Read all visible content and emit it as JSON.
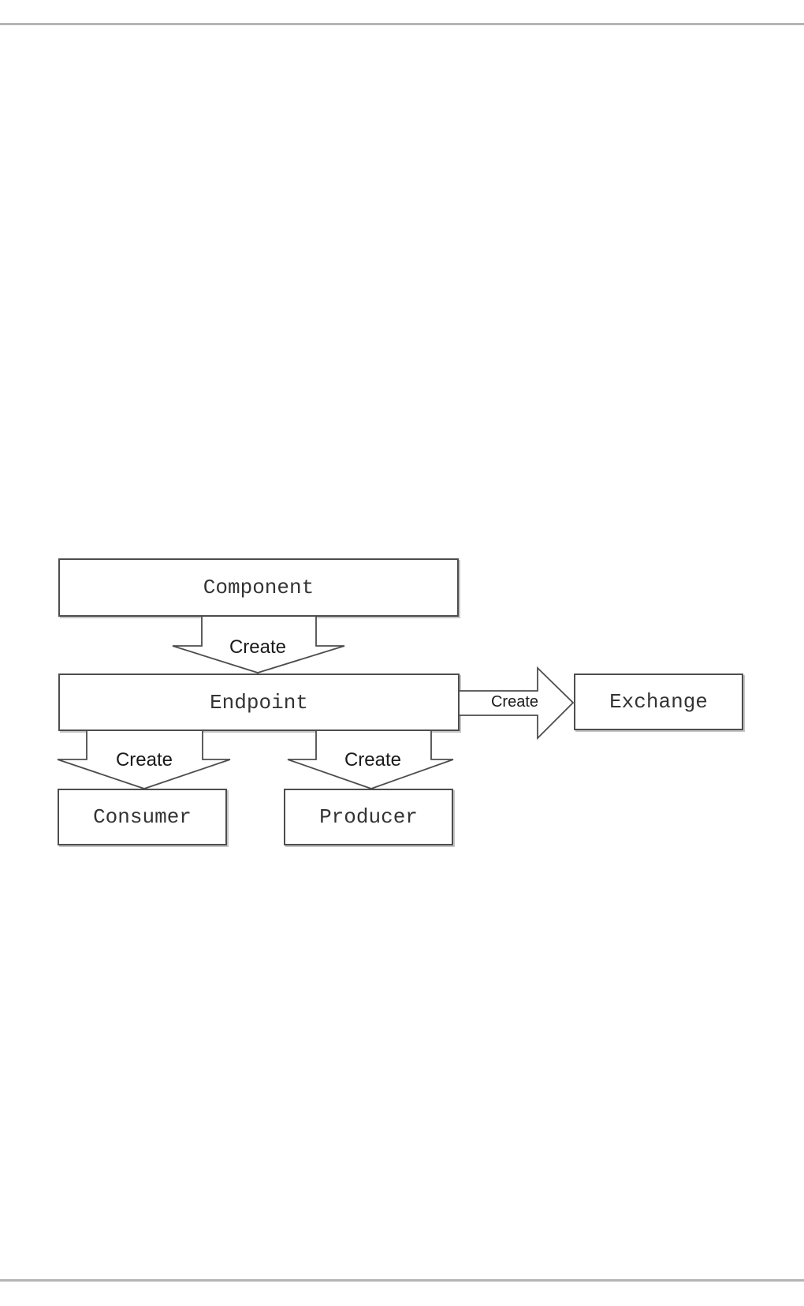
{
  "page": {
    "background": "#ffffff",
    "rule_color": "#b4b4b4"
  },
  "diagram": {
    "colors": {
      "box_border": "#4d4d4d",
      "box_fill": "#ffffff",
      "arrow_outline": "#4d4d4d",
      "node_text": "#333333",
      "edge_label_text": "#1a1a1a"
    },
    "nodes": [
      {
        "id": "component",
        "label": "Component"
      },
      {
        "id": "endpoint",
        "label": "Endpoint"
      },
      {
        "id": "exchange",
        "label": "Exchange"
      },
      {
        "id": "consumer",
        "label": "Consumer"
      },
      {
        "id": "producer",
        "label": "Producer"
      }
    ],
    "edges": [
      {
        "from": "component",
        "to": "endpoint",
        "label": "Create"
      },
      {
        "from": "endpoint",
        "to": "exchange",
        "label": "Create"
      },
      {
        "from": "endpoint",
        "to": "consumer",
        "label": "Create"
      },
      {
        "from": "endpoint",
        "to": "producer",
        "label": "Create"
      }
    ]
  }
}
